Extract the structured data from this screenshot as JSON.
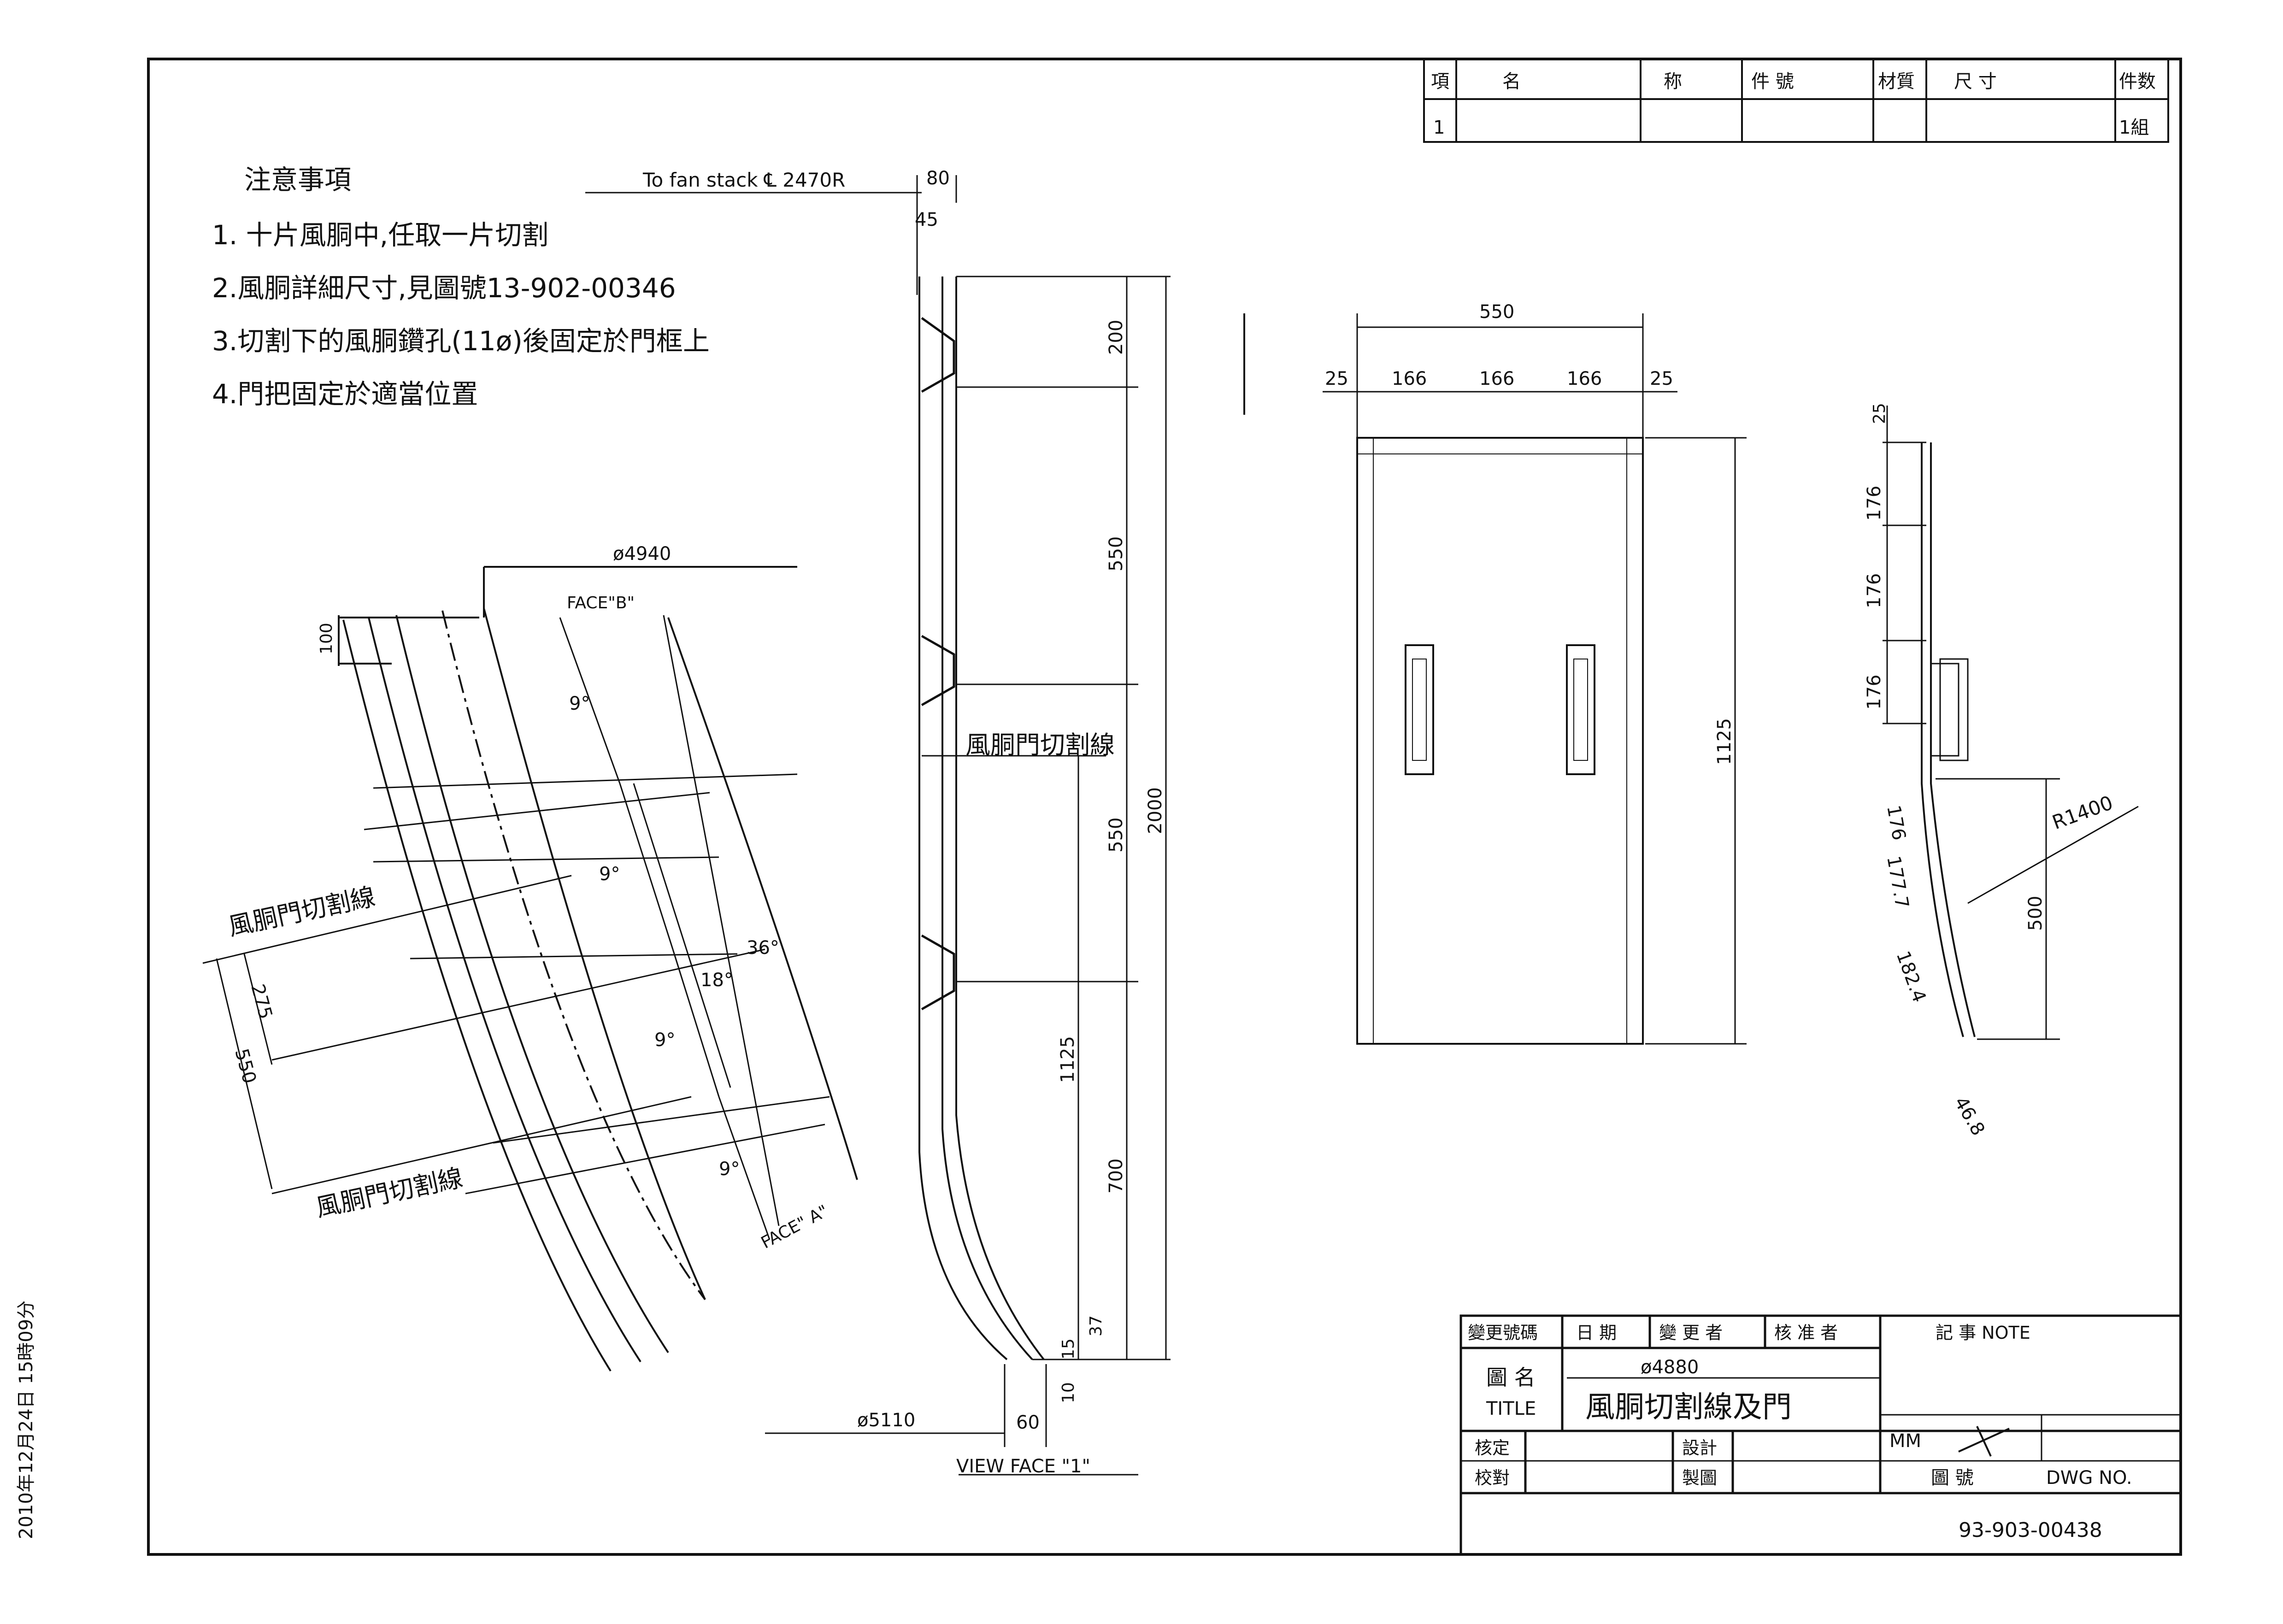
{
  "notes": {
    "heading": "注意事項",
    "items": [
      "1. 十片風胴中,任取一片切割",
      "2.風胴詳細尺寸,見圖號13-902-00346",
      "3.切割下的風胴鑽孔(11ø)後固定於門框上",
      "4.門把固定於適當位置"
    ]
  },
  "parts_list": {
    "headers": [
      "項",
      "名",
      "称",
      "件 號",
      "材質",
      "尺 寸",
      "件数"
    ],
    "row": [
      "1",
      "",
      "",
      "",
      "",
      "",
      "1組"
    ]
  },
  "left_view": {
    "diameter": "ø4940",
    "face_b": "FACE\"B\"",
    "face_a": "FACE\" A\"",
    "dim_100": "100",
    "angles": [
      "9°",
      "9°",
      "9°",
      "9°",
      "18°",
      "36°"
    ],
    "cut_line_1": "風胴門切割線",
    "cut_line_2": "風胴門切割線",
    "dim_275": "275",
    "dim_550": "550"
  },
  "section_view": {
    "fan_stack": "To fan stack ℄ 2470R",
    "dim_80_top": "80",
    "dim_45": "45",
    "dims_right": [
      "200",
      "550",
      "550",
      "2000",
      "1125",
      "700",
      "37",
      "15",
      "10"
    ],
    "cut_line": "風胴門切割線",
    "diameter": "ø5110",
    "dim_60": "60",
    "view_label": "VIEW FACE \"1\""
  },
  "door_view": {
    "width": "550",
    "dims_top": [
      "25",
      "166",
      "166",
      "166",
      "25"
    ],
    "height": "1125"
  },
  "side_view": {
    "dims": [
      "25",
      "176",
      "176",
      "176",
      "176",
      "177.7",
      "182.4"
    ],
    "radius": "R1400",
    "dim_500": "500",
    "dim_46_8": "46.8"
  },
  "title_block": {
    "change_no": "變更號碼",
    "date": "日 期",
    "changer": "變 更 者",
    "approver": "核 准 者",
    "note": "記 事 NOTE",
    "ref_dia": "ø4880",
    "title_label_cn": "圖 名",
    "title_label_en": "TITLE",
    "title_value": "風胴切割線及門",
    "approve": "核定",
    "design": "設計",
    "check": "校對",
    "draw": "製圖",
    "mm": "MM",
    "dwg_label_cn": "圖 號",
    "dwg_label_en": "DWG NO.",
    "dwg_no": "93-903-00438"
  },
  "side_stamp": "2010年12月24日 15時09分"
}
